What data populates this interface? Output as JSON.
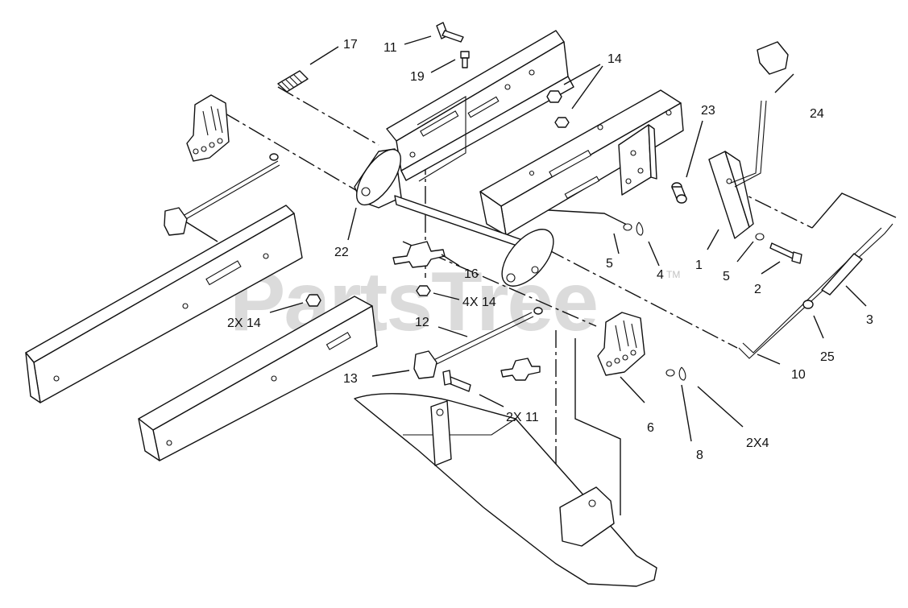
{
  "diagram": {
    "callouts": {
      "c1": "1",
      "c2": "2",
      "c3": "3",
      "c4": "4",
      "c5a": "5",
      "c5b": "5",
      "c6": "6",
      "c8": "8",
      "c10": "10",
      "c11": "11",
      "c12": "12",
      "c13": "13",
      "c14": "14",
      "c16": "16",
      "c17": "17",
      "c19": "19",
      "c22": "22",
      "c23": "23",
      "c24": "24",
      "c25": "25",
      "c2x14": "2X 14",
      "c4x14": "4X 14",
      "c2x11": "2X 11",
      "c2x4": "2X4"
    },
    "watermark": {
      "text": "PartsTree",
      "tm": "TM"
    }
  }
}
